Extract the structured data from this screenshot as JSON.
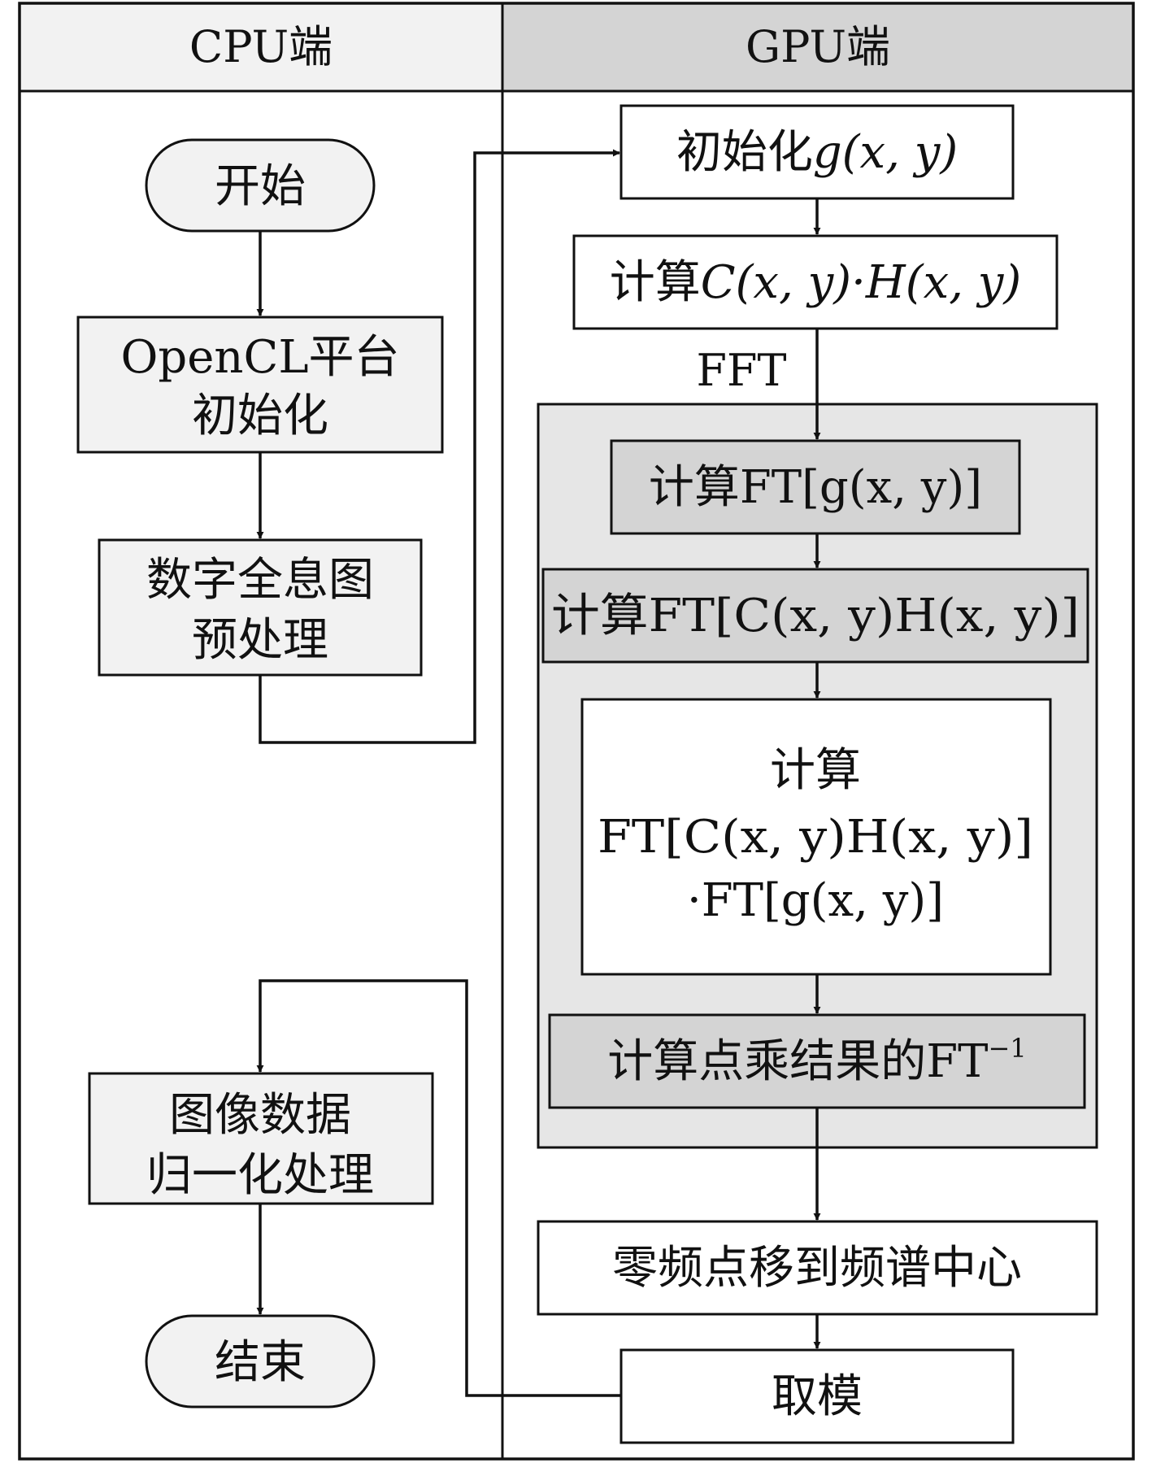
{
  "lanes": {
    "cpu": {
      "title": "CPU端"
    },
    "gpu": {
      "title": "GPU端"
    }
  },
  "cpu_nodes": {
    "start": "开始",
    "opencl_init": [
      "OpenCL平台",
      "初始化"
    ],
    "hologram_preprocess": [
      "数字全息图",
      "预处理"
    ],
    "normalize": [
      "图像数据",
      "归一化处理"
    ],
    "end": "结束"
  },
  "gpu_nodes": {
    "init_g": {
      "prefix": "初始化",
      "formula": "g(x, y)"
    },
    "compute_ch": {
      "prefix": "计算",
      "formula": "C(x, y)·H(x, y)"
    },
    "fft_label": "FFT",
    "ft_g": {
      "prefix": "计算",
      "formula": "FT[g(x, y)]"
    },
    "ft_ch": {
      "prefix": "计算",
      "formula": "FT[C(x, y)H(x, y)]"
    },
    "product": [
      "计算",
      "FT[C(x, y)H(x, y)]",
      "·FT[g(x, y)]"
    ],
    "ift": {
      "text": "计算点乘结果的FT",
      "sup": "−1"
    },
    "shift": "零频点移到频谱中心",
    "modulus": "取模"
  },
  "colors": {
    "header_cpu": "#f2f2f2",
    "header_gpu": "#d4d4d4",
    "fft_region": "#e6e6e6",
    "cpu_node": "#f2f2f2",
    "dark_node": "#d4d4d4",
    "white_node": "#ffffff",
    "stroke": "#111111"
  }
}
